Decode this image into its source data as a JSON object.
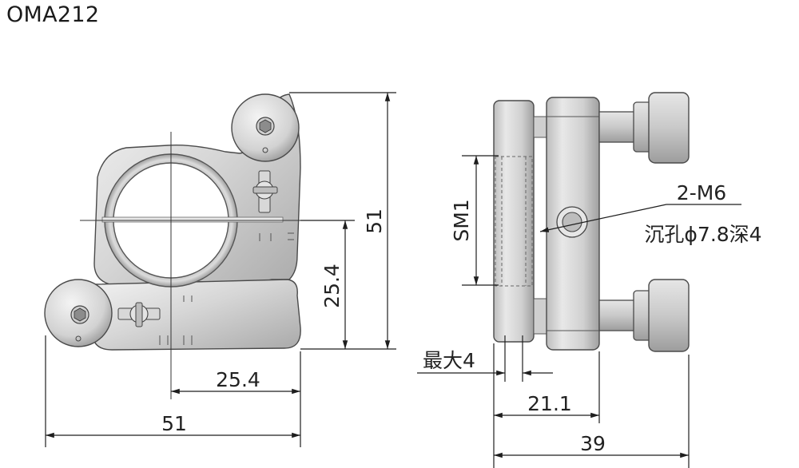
{
  "title": "OMA212",
  "front_view": {
    "height_dim": "51",
    "center_height_dim": "25.4",
    "center_offset_dim": "25.4",
    "width_dim": "51"
  },
  "side_view": {
    "thread_label": "SM1",
    "hole_callout_line1": "2-M6",
    "hole_callout_line2": "沉孔ϕ7.8深4",
    "max_label": "最大4",
    "depth_dim": "21.1",
    "overall_dim": "39"
  }
}
